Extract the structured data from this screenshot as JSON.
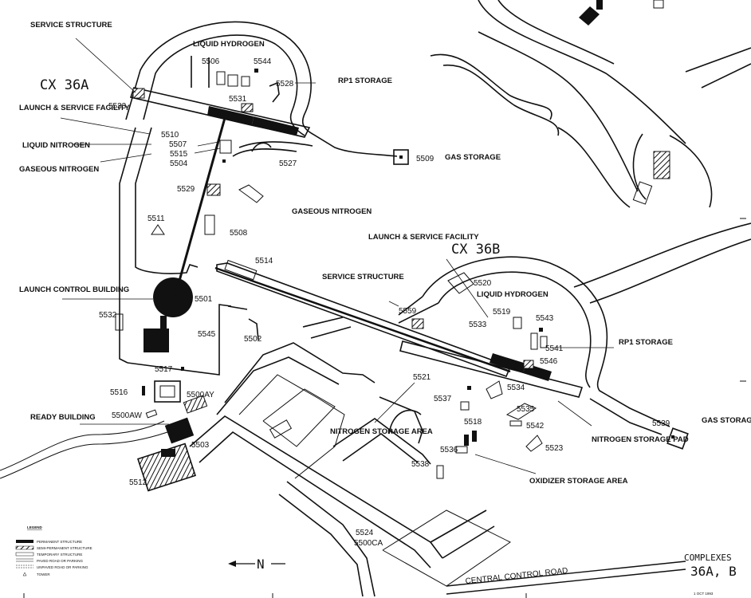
{
  "complex_labels": {
    "cx36a": "CX 36A",
    "cx36b": "CX 36B"
  },
  "labels": {
    "service_structure_a": "SERVICE STRUCTURE",
    "liquid_hydrogen_a": "LIQUID HYDROGEN",
    "n5506": "5506",
    "n5544": "5544",
    "n5528": "5528",
    "rp1_storage_a": "RP1 STORAGE",
    "n5533a": "5533",
    "n5531": "5531",
    "launch_service_facility_a": "LAUNCH & SERVICE FACILITY",
    "n5510": "5510",
    "liquid_nitrogen": "LIQUID NITROGEN",
    "n5507": "5507",
    "n5515": "5515",
    "n5504": "5504",
    "gaseous_nitrogen_a": "GASEOUS NITROGEN",
    "n5527": "5527",
    "n5509": "5509",
    "gas_storage_a": "GAS STORAGE",
    "n5529": "5529",
    "gaseous_nitrogen_b": "GASEOUS NITROGEN",
    "n5511": "5511",
    "n5508": "5508",
    "launch_service_facility_b": "LAUNCH & SERVICE FACILITY",
    "n5514": "5514",
    "launch_control_building": "LAUNCH CONTROL BUILDING",
    "n5501": "5501",
    "service_structure_b": "SERVICE STRUCTURE",
    "n5520": "5520",
    "liquid_hydrogen_b": "LIQUID HYDROGEN",
    "n5519": "5519",
    "n5559": "5559",
    "n5533b": "5533",
    "n5543": "5543",
    "n5532": "5532",
    "n5545": "5545",
    "n5502": "5502",
    "n5541": "5541",
    "rp1_storage_b": "RP1 STORAGE",
    "n5546": "5546",
    "n5517": "5517",
    "n5521": "5521",
    "n5534": "5534",
    "n5516": "5516",
    "n5500ay": "5500AY",
    "n5537": "5537",
    "n5535": "5535",
    "ready_building": "READY BUILDING",
    "n5500aw": "5500AW",
    "n5518": "5518",
    "n5542": "5542",
    "n5539": "5539",
    "gas_storage_b": "GAS STORAGE",
    "nitrogen_storage_area": "NITROGEN STORAGE AREA",
    "nitrogen_storage_pad": "NITROGEN STORAGE PAD",
    "n5503": "5503",
    "n5536": "5536",
    "n5523": "5523",
    "n5512": "5512",
    "n5538": "5538",
    "oxidizer_storage_area": "OXIDIZER STORAGE AREA",
    "n5524": "5524",
    "n5500ca": "5500CA",
    "central_control_road": "CENTRAL CONTROL ROAD"
  },
  "legend": {
    "title": "LEGEND",
    "items": [
      "PERMANENT STRUCTURE",
      "SEMI-PERMANENT STRUCTURE",
      "TEMPORARY STRUCTURE",
      "PAVED ROAD OR PARKING",
      "UNPAVED ROAD OR PARKING",
      "TOWER"
    ]
  },
  "north_arrow": "N",
  "title_block": {
    "line1": "COMPLEXES",
    "line2": "36A, B",
    "date": "1 OCT 1993"
  }
}
